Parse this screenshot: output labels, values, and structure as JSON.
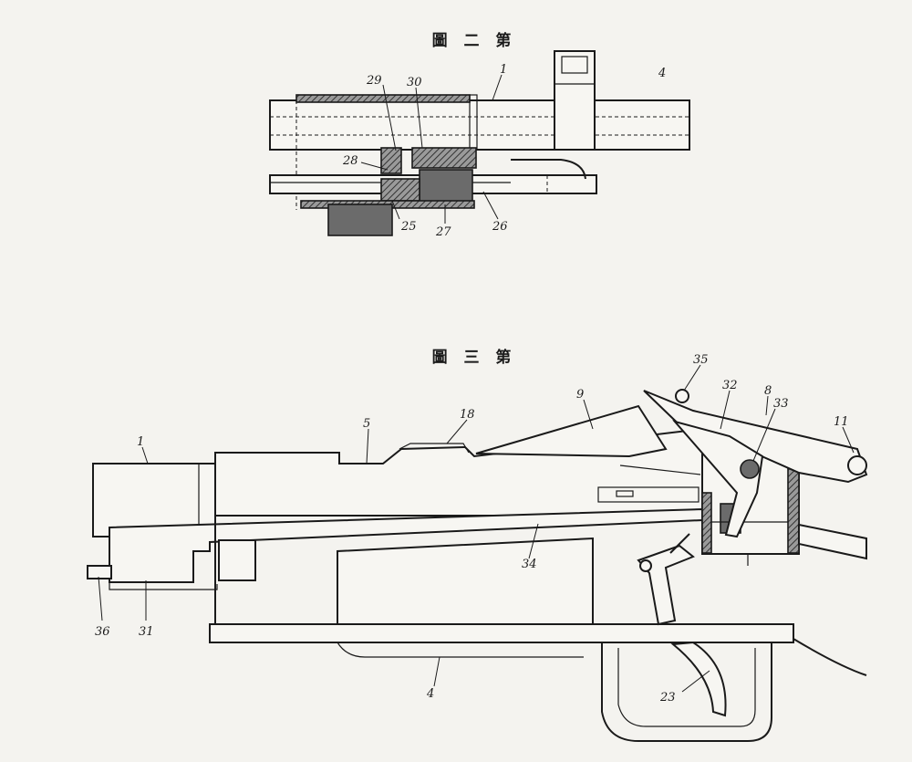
{
  "figure2": {
    "title": "圖 二 第",
    "labels": {
      "l1": "1",
      "l4": "4",
      "l25": "25",
      "l26": "26",
      "l27": "27",
      "l28": "28",
      "l29": "29",
      "l30": "30"
    }
  },
  "figure3": {
    "title": "圖 三 第",
    "labels": {
      "l1": "1",
      "l4": "4",
      "l5": "5",
      "l8": "8",
      "l9": "9",
      "l11": "11",
      "l18": "18",
      "l23": "23",
      "l31": "31",
      "l32": "32",
      "l33": "33",
      "l34": "34",
      "l35": "35",
      "l36": "36"
    }
  }
}
